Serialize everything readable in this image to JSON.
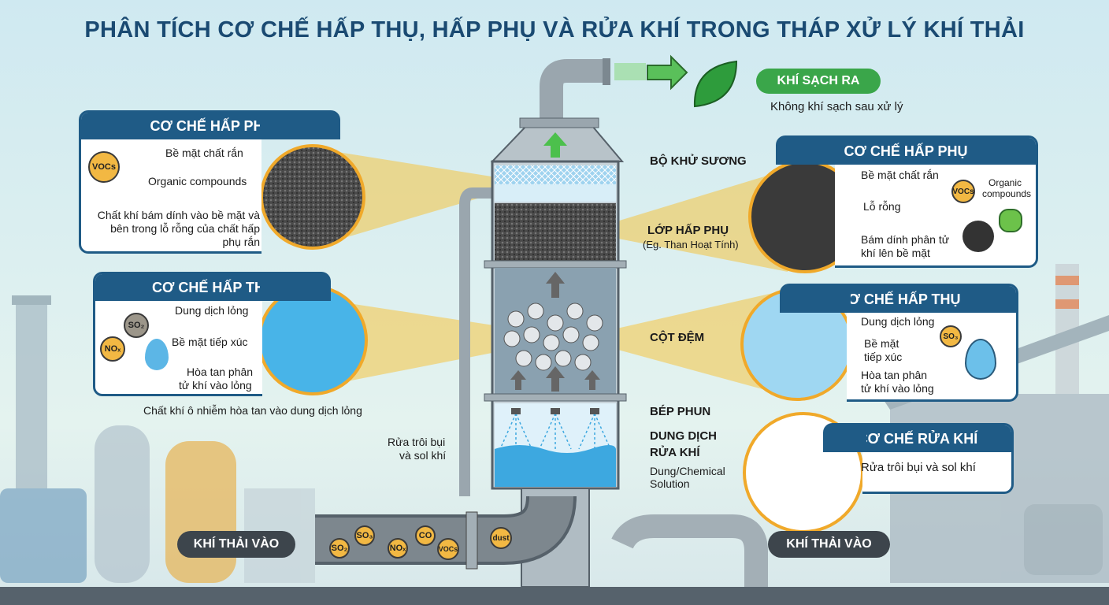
{
  "title": "PHÂN TÍCH CƠ CHẾ HẤP THỤ, HẤP PHỤ VÀ RỬA KHÍ TRONG THÁP XỬ LÝ KHÍ THẢI",
  "outlet": {
    "label": "KHÍ SẠCH RA",
    "sub": "Không khí sạch sau xử lý"
  },
  "inlet": {
    "left": "KHÍ THẢI VÀO",
    "right": "KHÍ THẢI VÀO"
  },
  "tower_labels": {
    "demister": "BỘ KHỬ SƯƠNG",
    "adsorb": "LỚP HẤP PHỤ",
    "adsorb_sub": "(Eg. Than Hoạt Tính)",
    "packing": "CỘT ĐỆM",
    "nozzle": "BÉP PHUN",
    "wash1": "DUNG DỊCH",
    "wash2": "RỬA KHÍ",
    "sol1": "Dung/Chemical",
    "sol2": "Solution",
    "rinse1": "Rửa trôi bụi",
    "rinse2": "và sol khí"
  },
  "pipe_gases": [
    "SO₂",
    "SO₃",
    "NOₓ",
    "CO",
    "VOCs",
    "dust"
  ],
  "panels": {
    "adsorb_left": {
      "title": "CƠ CHẾ HẤP PHỤ",
      "chip": "VOCs",
      "l1": "Bề mặt chất rắn",
      "l2": "Organic compounds",
      "l3a": "Chất khí bám dính vào bề mặt và",
      "l3b": "bên trong lỗ rỗng của chất hấp",
      "l3c": "phụ rắn"
    },
    "absorb_left": {
      "title": "CƠ CHẾ HẤP THỤ",
      "chip1": "SO₂",
      "chip2": "NOₓ",
      "l1": "Dung dịch lỏng",
      "l2": "Bề mặt tiếp xúc",
      "l3a": "Hòa tan phân",
      "l3b": "tử khí vào lỏng",
      "caption": "Chất khí ô nhiễm hòa tan vào dung dịch lỏng"
    },
    "adsorb_right": {
      "title": "CƠ CHẾ HẤP PHỤ",
      "l1": "Bề mặt chất rắn",
      "l2": "Lỗ rỗng",
      "l3a": "Bám dính phân tử",
      "l3b": "khí lên bề mặt",
      "chip": "VOCs",
      "org1": "Organic",
      "org2": "compounds"
    },
    "absorb_right": {
      "title": "CƠ CHẾ HẤP THỤ",
      "l1": "Dung dịch lỏng",
      "l2a": "Bề mặt",
      "l2b": "tiếp xúc",
      "l3a": "Hòa tan phân",
      "l3b": "tử khí vào lỏng",
      "chip": "SO₃"
    },
    "scrub_right": {
      "title": "CƠ CHẾ RỬA KHÍ",
      "l1": "Rửa trôi bụi và sol khí"
    }
  }
}
